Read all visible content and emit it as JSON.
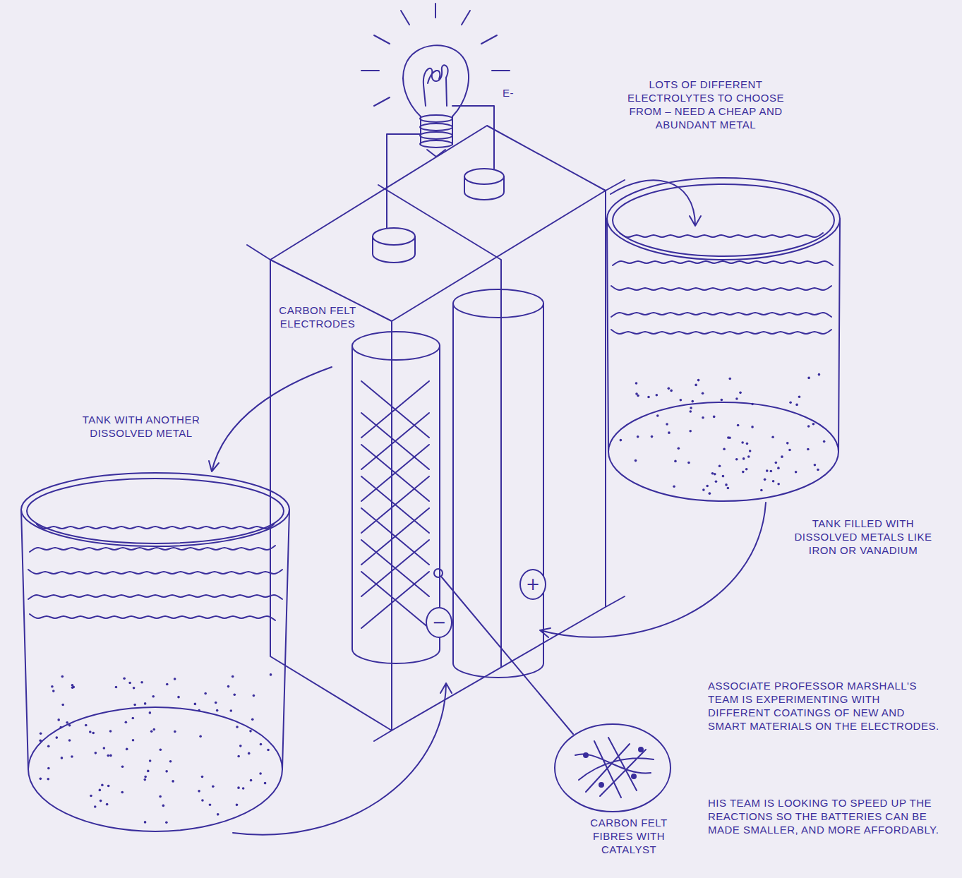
{
  "diagram": {
    "nodes": [
      {
        "text": [
          "−"
        ]
      },
      {
        "text": [
          "+"
        ]
      }
    ],
    "labels": [
      "E-",
      "LOTS OF DIFFERENT ELECTROLYTES TO CHOOSE FROM – NEED A CHEAP AND ABUNDANT METAL",
      "CARBON FELT ELECTRODES",
      "TANK WITH ANOTHER DISSOLVED METAL",
      "TANK FILLED WITH DISSOLVED METALS LIKE IRON OR VANADIUM",
      "ASSOCIATE PROFESSOR MARSHALL'S TEAM IS EXPERIMENTING WITH DIFFERENT COATINGS OF NEW AND SMART MATERIALS ON THE ELECTRODES.",
      "CARBON FELT FIBRES WITH CATALYST",
      "HIS TEAM IS LOOKING TO SPEED UP THE REACTIONS SO THE BATTERIES CAN BE MADE SMALLER, AND MORE AFFORDABLY."
    ]
  }
}
